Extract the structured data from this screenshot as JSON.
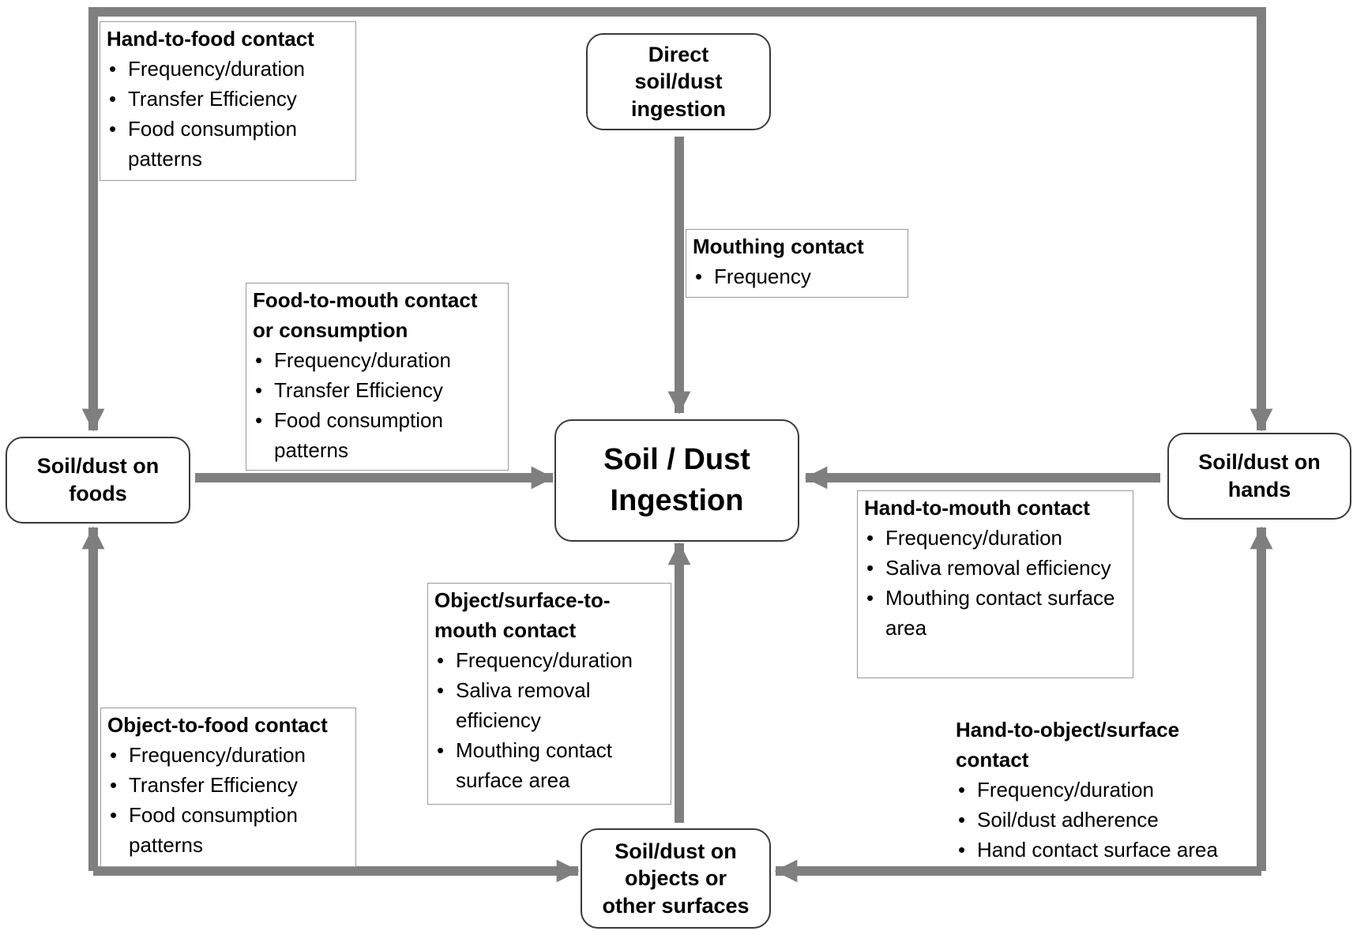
{
  "colors": {
    "arrow": "#7f7f7f",
    "node_border": "#3a3a3a",
    "label_border": "#9a9a9a"
  },
  "nodes": {
    "center": [
      "Soil / Dust",
      "Ingestion"
    ],
    "direct": [
      "Direct",
      "soil/dust",
      "ingestion"
    ],
    "foods": [
      "Soil/dust on",
      "foods"
    ],
    "hands": [
      "Soil/dust on",
      "hands"
    ],
    "objects": [
      "Soil/dust on",
      "objects or",
      "other surfaces"
    ]
  },
  "labels": {
    "hand_to_food": {
      "title": "Hand-to-food contact",
      "items": [
        "Frequency/duration",
        "Transfer Efficiency",
        "Food consumption patterns"
      ]
    },
    "mouthing": {
      "title": "Mouthing contact",
      "items": [
        "Frequency"
      ]
    },
    "food_to_mouth": {
      "title": "Food-to-mouth contact or consumption",
      "items": [
        "Frequency/duration",
        "Transfer Efficiency",
        "Food consumption patterns"
      ]
    },
    "hand_to_mouth": {
      "title": "Hand-to-mouth contact",
      "items": [
        "Frequency/duration",
        "Saliva removal efficiency",
        "Mouthing contact surface area"
      ]
    },
    "object_surface_to_mouth": {
      "title": "Object/surface-to-mouth contact",
      "items": [
        "Frequency/duration",
        "Saliva removal efficiency",
        "Mouthing contact surface area"
      ]
    },
    "object_to_food": {
      "title": "Object-to-food contact",
      "items": [
        "Frequency/duration",
        "Transfer Efficiency",
        "Food consumption patterns"
      ]
    },
    "hand_to_object_surface": {
      "title": "Hand-to-object/surface contact",
      "items": [
        "Frequency/duration",
        "Soil/dust adherence",
        "Hand contact surface area"
      ]
    }
  }
}
